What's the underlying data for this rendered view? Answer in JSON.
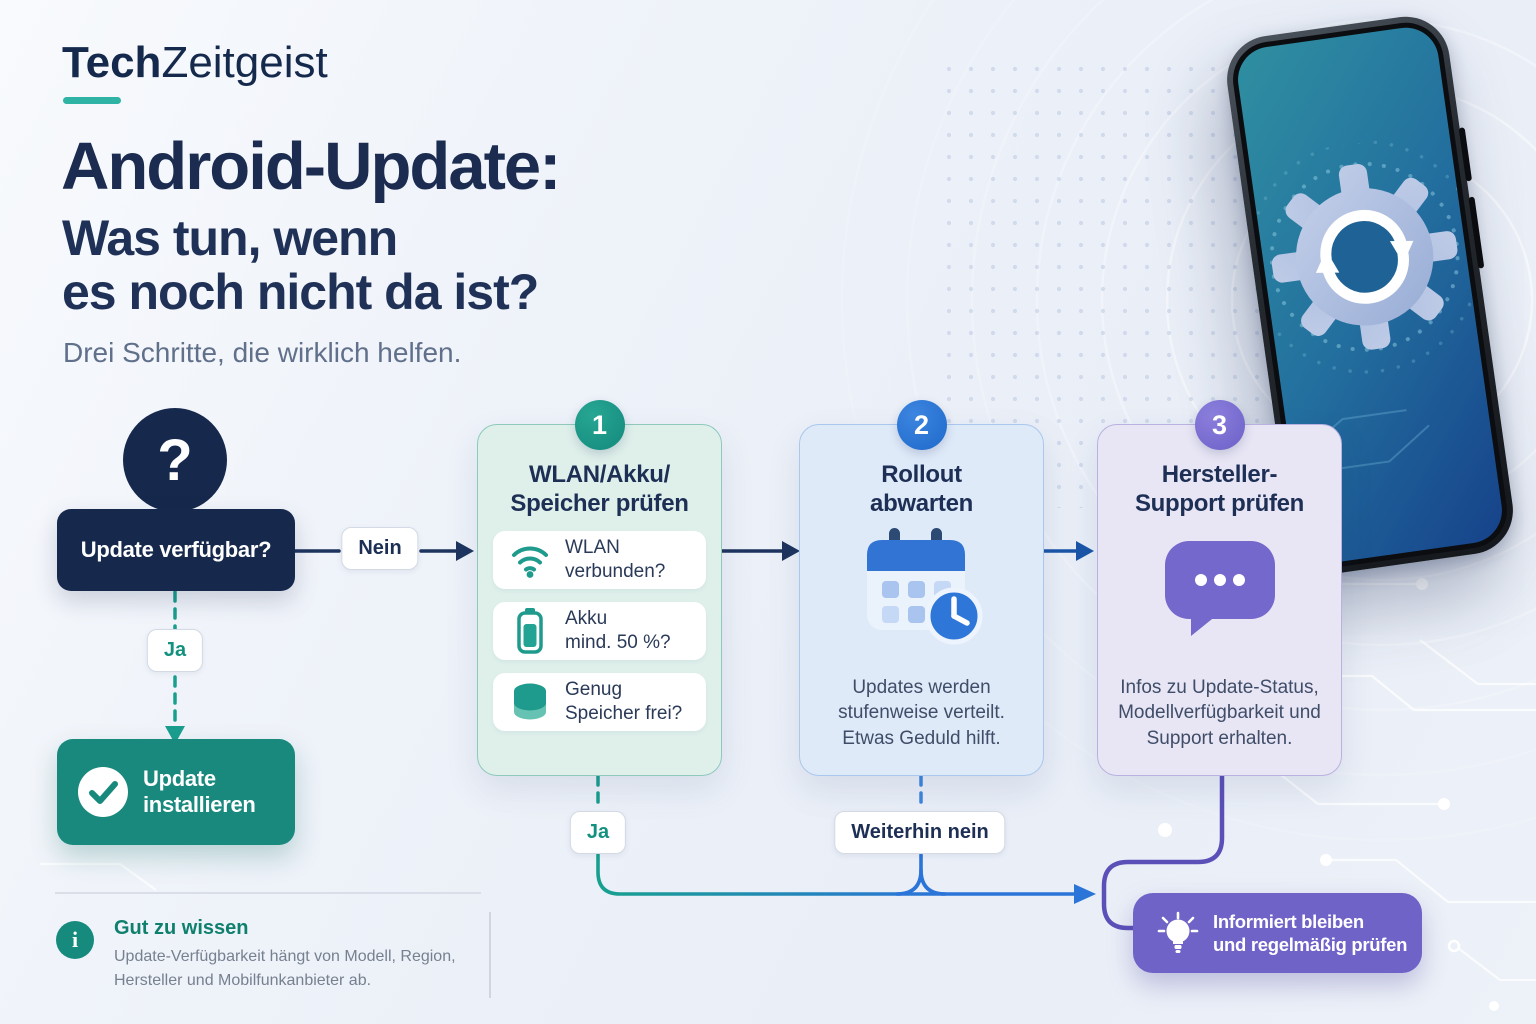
{
  "brand": {
    "bold": "Tech",
    "light": "Zeitgeist"
  },
  "header": {
    "title": "Android-Update:",
    "subtitle_line1": "Was tun, wenn",
    "subtitle_line2": "es noch nicht da ist?",
    "tagline": "Drei Schritte, die wirklich helfen."
  },
  "flow": {
    "start": {
      "icon": "question-mark-icon",
      "mark": "?",
      "question": "Update verfügbar?",
      "no_label": "Nein",
      "yes_label": "Ja"
    },
    "install": {
      "icon": "check-circle-icon",
      "line1": "Update",
      "line2": "installieren"
    },
    "steps": [
      {
        "number": "1",
        "title1": "WLAN/Akku/",
        "title2": "Speicher prüfen",
        "items": [
          {
            "icon": "wifi-icon",
            "line1": "WLAN",
            "line2": "verbunden?"
          },
          {
            "icon": "battery-icon",
            "line1": "Akku",
            "line2": "mind. 50 %?"
          },
          {
            "icon": "storage-icon",
            "line1": "Genug",
            "line2": "Speicher frei?"
          }
        ],
        "exit_label": "Ja"
      },
      {
        "number": "2",
        "title1": "Rollout",
        "title2": "abwarten",
        "icon": "calendar-clock-icon",
        "description": "Updates werden stufenweise verteilt. Etwas Geduld hilft.",
        "exit_label": "Weiterhin nein"
      },
      {
        "number": "3",
        "title1": "Hersteller-",
        "title2": "Support prüfen",
        "icon": "chat-bubble-icon",
        "description": "Infos zu Update-Status, Modellverfügbarkeit und Support erhalten."
      }
    ],
    "result": {
      "icon": "lightbulb-icon",
      "line1": "Informiert bleiben",
      "line2": "und regelmäßig prüfen"
    }
  },
  "footer": {
    "icon": "info-icon",
    "title": "Gut zu wissen",
    "text_line1": "Update-Verfügbarkeit hängt von Modell, Region,",
    "text_line2": "Hersteller und Mobilfunkanbieter ab."
  },
  "phone": {
    "icon": "gear-sync-icon"
  },
  "colors": {
    "navy": "#16294d",
    "teal": "#19897e",
    "teal_accent": "#2fb3a5",
    "blue": "#2a72d4",
    "purple": "#6f63c8",
    "card1_bg": "#dff0eb",
    "card2_bg": "#dfeaf9",
    "card3_bg": "#e8e6f5",
    "background": "#eef1f8"
  }
}
